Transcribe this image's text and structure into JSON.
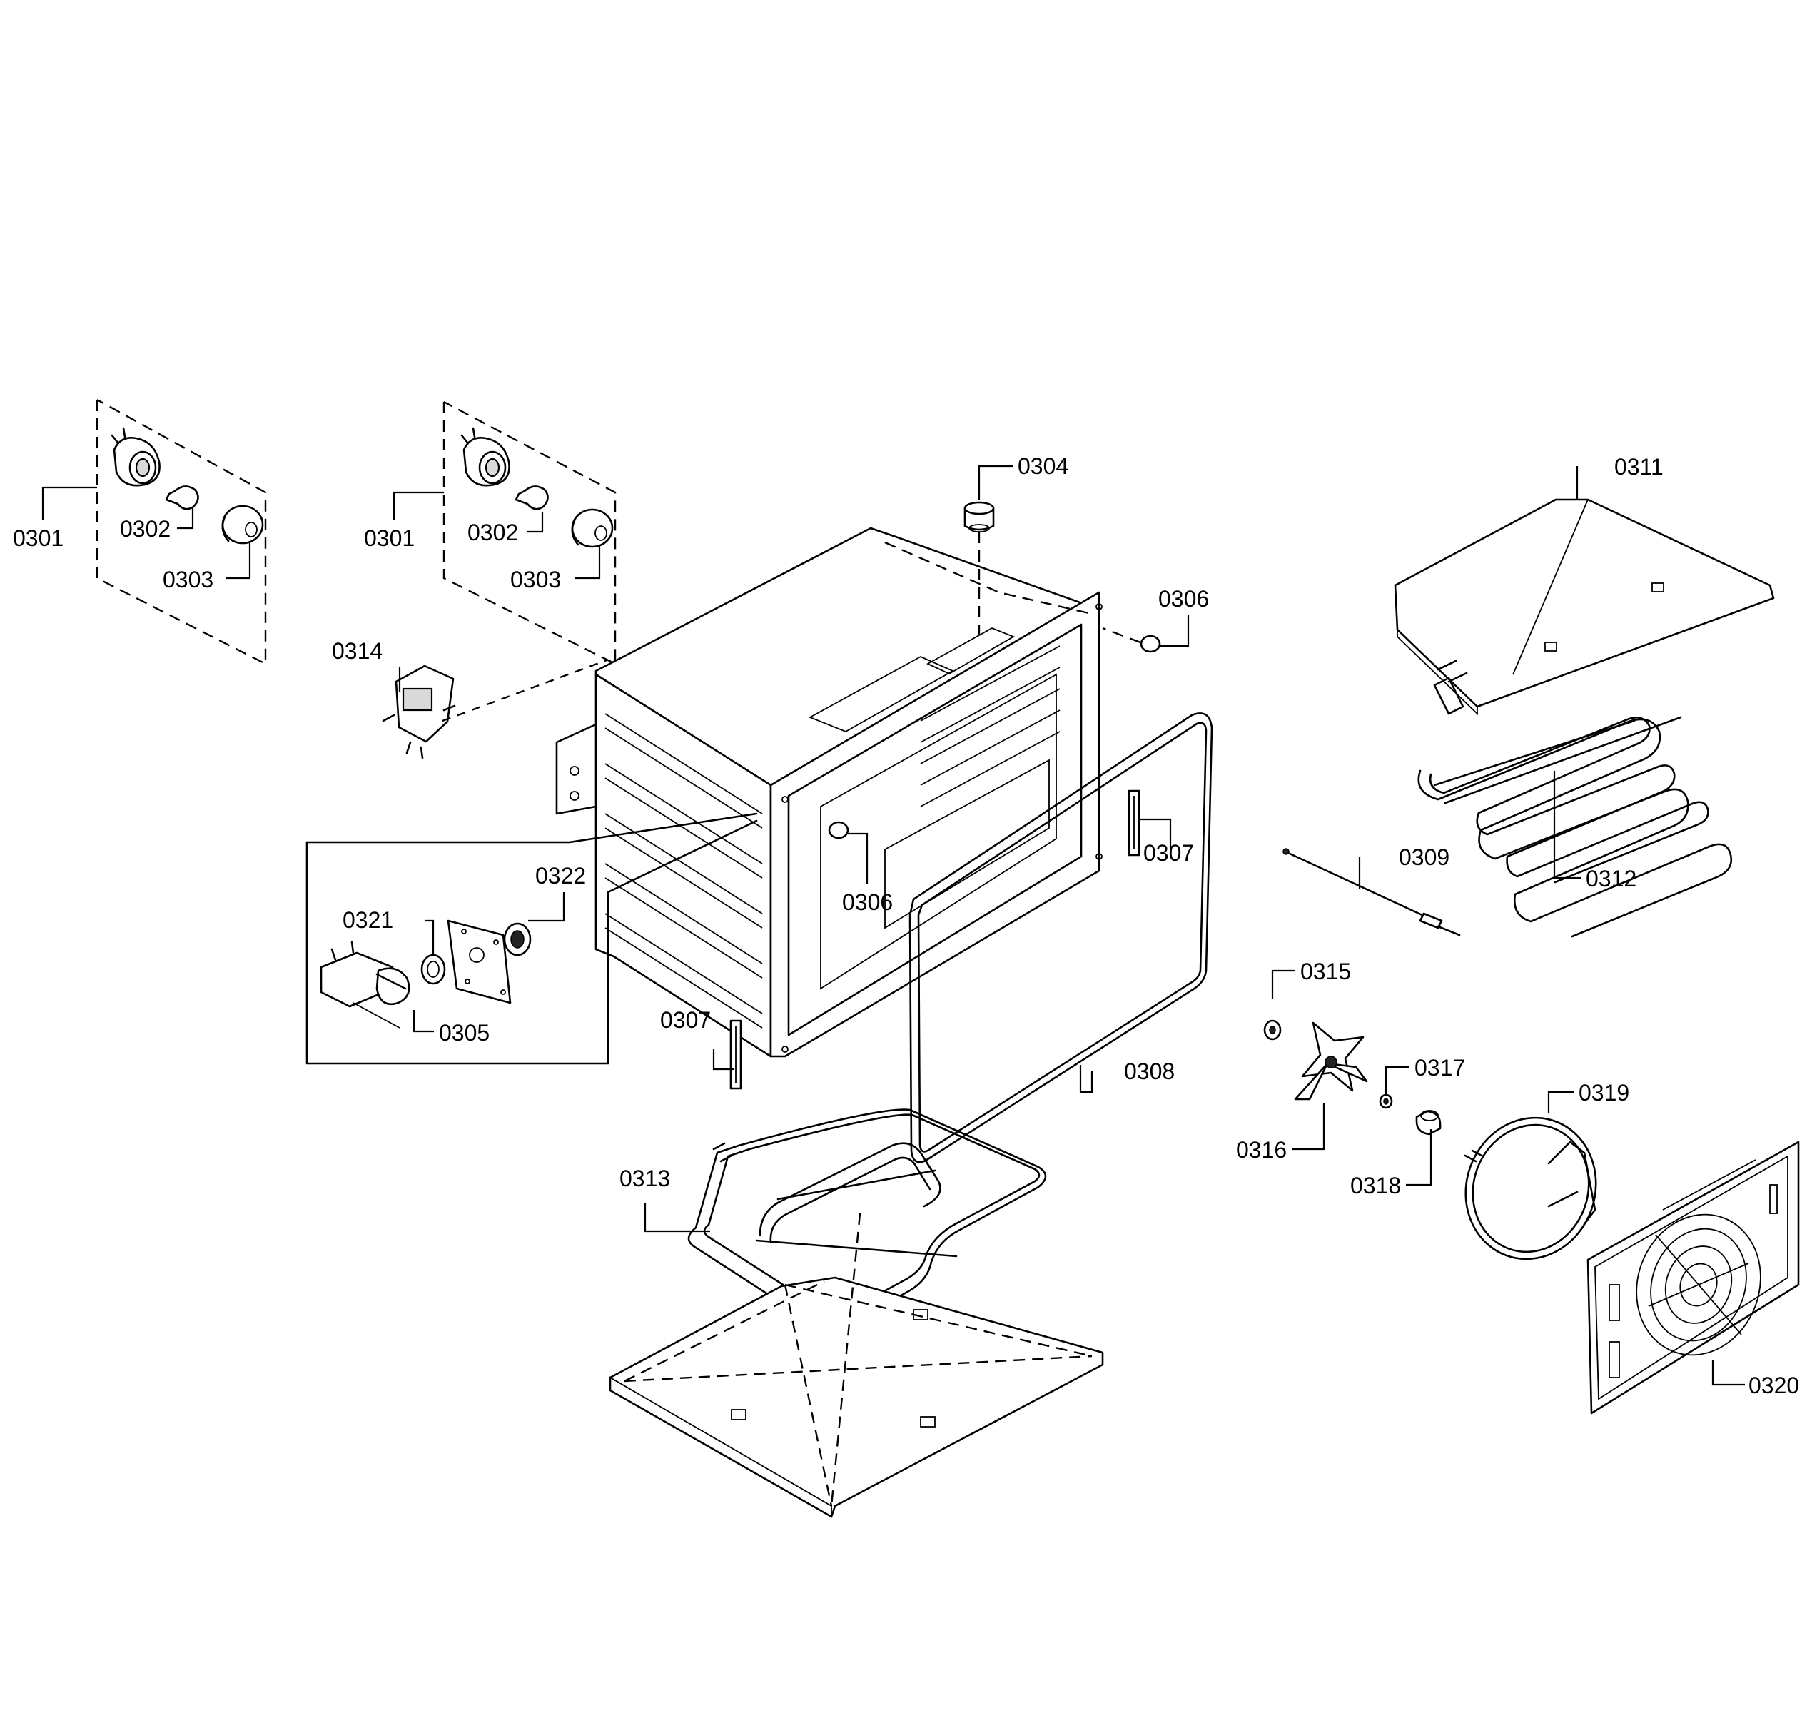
{
  "diagram": {
    "callouts": {
      "c0301a": "0301",
      "c0302a": "0302",
      "c0303a": "0303",
      "c0301b": "0301",
      "c0302b": "0302",
      "c0303b": "0303",
      "c0304": "0304",
      "c0305": "0305",
      "c0306a": "0306",
      "c0306b": "0306",
      "c0307a": "0307",
      "c0307b": "0307",
      "c0308": "0308",
      "c0309": "0309",
      "c0311": "0311",
      "c0312": "0312",
      "c0313": "0313",
      "c0314": "0314",
      "c0315": "0315",
      "c0316": "0316",
      "c0317": "0317",
      "c0318": "0318",
      "c0319": "0319",
      "c0320": "0320",
      "c0321": "0321",
      "c0322": "0322"
    }
  }
}
